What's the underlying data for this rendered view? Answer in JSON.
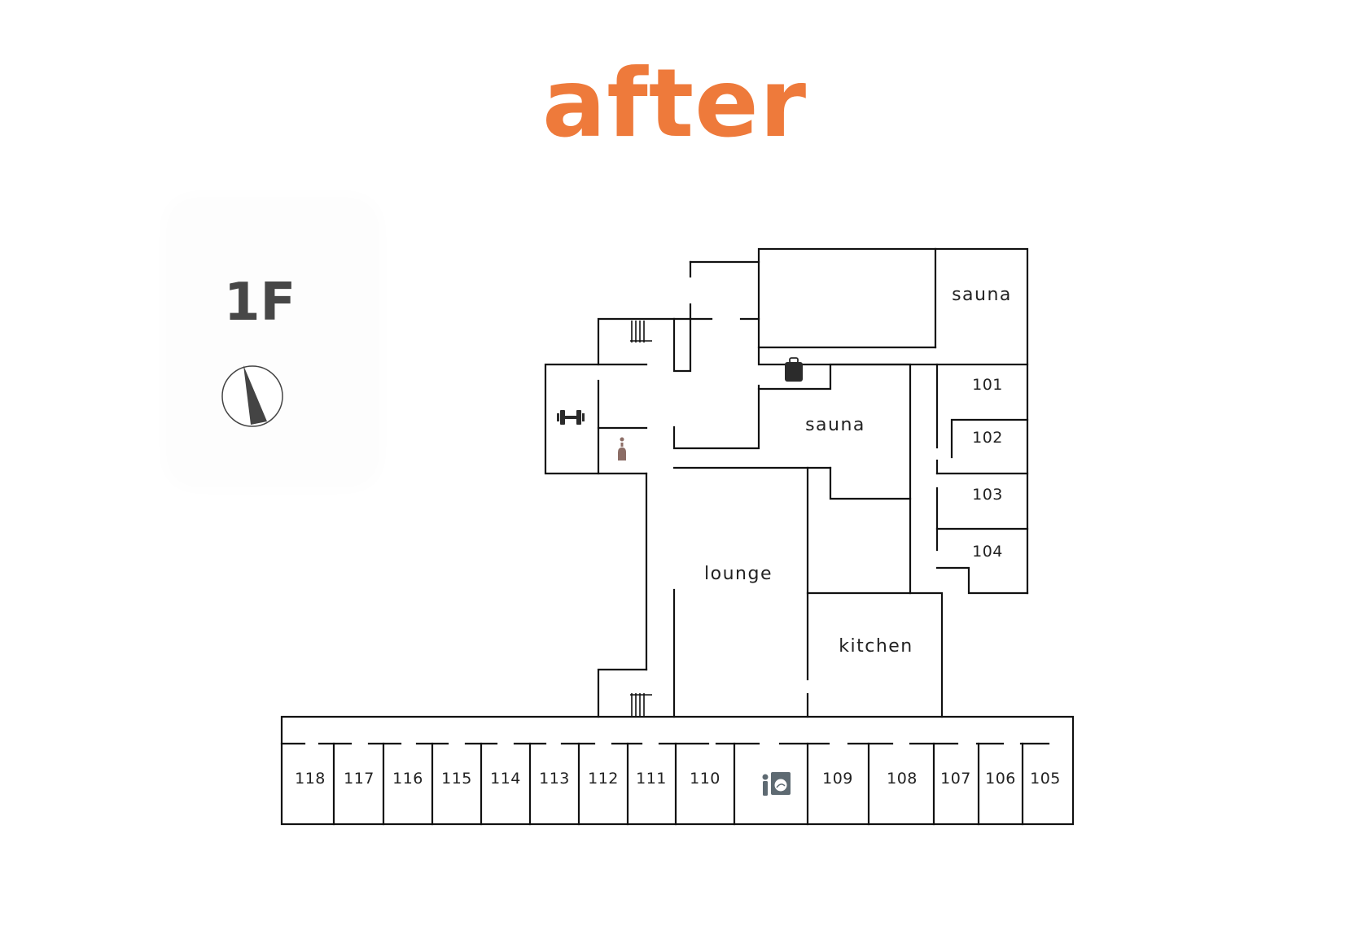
{
  "title": "after",
  "floor": "1F",
  "colors": {
    "title": "#ee7a3b",
    "wall": "#111111",
    "label": "#222222",
    "floor_label": "#474747",
    "compass": "#444444",
    "icon_dark": "#2b2b2b",
    "icon_restroom": "#8c6d66",
    "icon_laundry": "#5e6a72"
  },
  "areas": {
    "sauna_top": "sauna",
    "sauna_middle": "sauna",
    "lounge": "lounge",
    "kitchen": "kitchen"
  },
  "east_rooms": [
    "101",
    "102",
    "103",
    "104"
  ],
  "south_rooms": [
    "118",
    "117",
    "116",
    "115",
    "114",
    "113",
    "112",
    "111",
    "110",
    "109",
    "108",
    "107",
    "106",
    "105"
  ],
  "icons": {
    "compass": "compass-icon",
    "gym": "dumbbell-icon",
    "restroom": "restroom-icon",
    "luggage": "luggage-icon",
    "laundry": "laundry-icon",
    "stairs": "stairs-icon"
  }
}
